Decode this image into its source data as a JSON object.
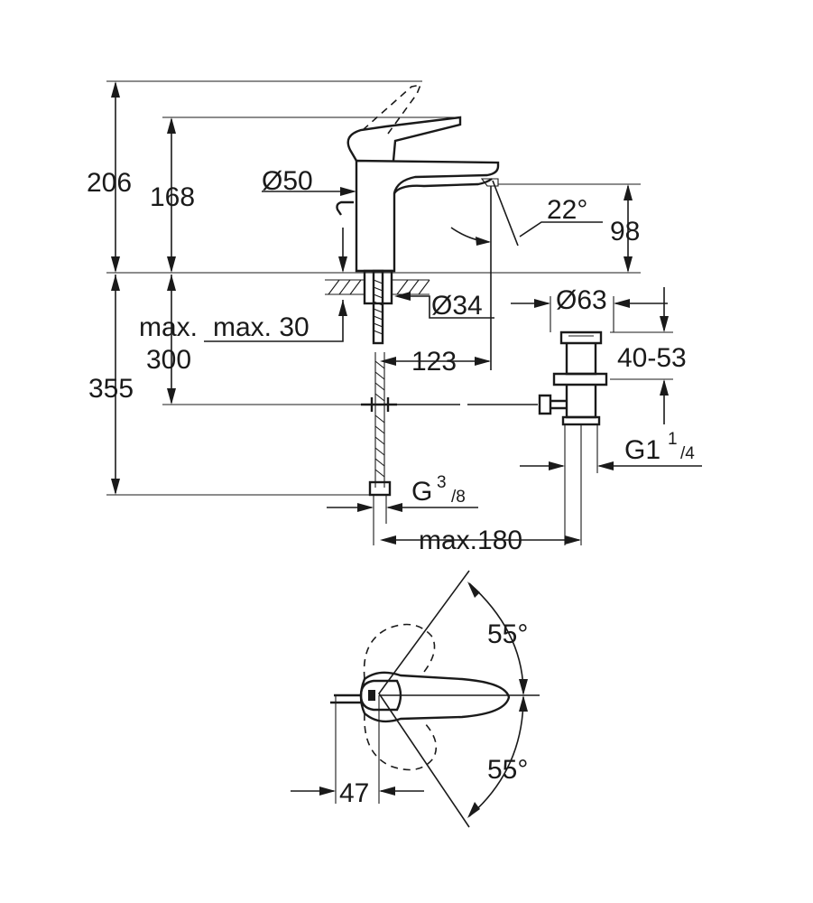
{
  "dimensions": {
    "height_206": "206",
    "height_168": "168",
    "diameter_50": "Ø50",
    "angle_22": "22°",
    "height_98": "98",
    "diameter_34": "Ø34",
    "diameter_63": "Ø63",
    "max_30": "max. 30",
    "max_300_prefix": "max.",
    "max_300_value": "300",
    "reach_123": "123",
    "range_40_53": "40-53",
    "depth_355": "355",
    "thread_g1_main": "G1",
    "thread_g1_num": "1",
    "thread_g1_den": "/4",
    "thread_g38_main": "G",
    "thread_g38_num": "3",
    "thread_g38_den": "/8",
    "max_180": "max.180",
    "angle_55_upper": "55°",
    "angle_55_lower": "55°",
    "offset_47": "47"
  }
}
